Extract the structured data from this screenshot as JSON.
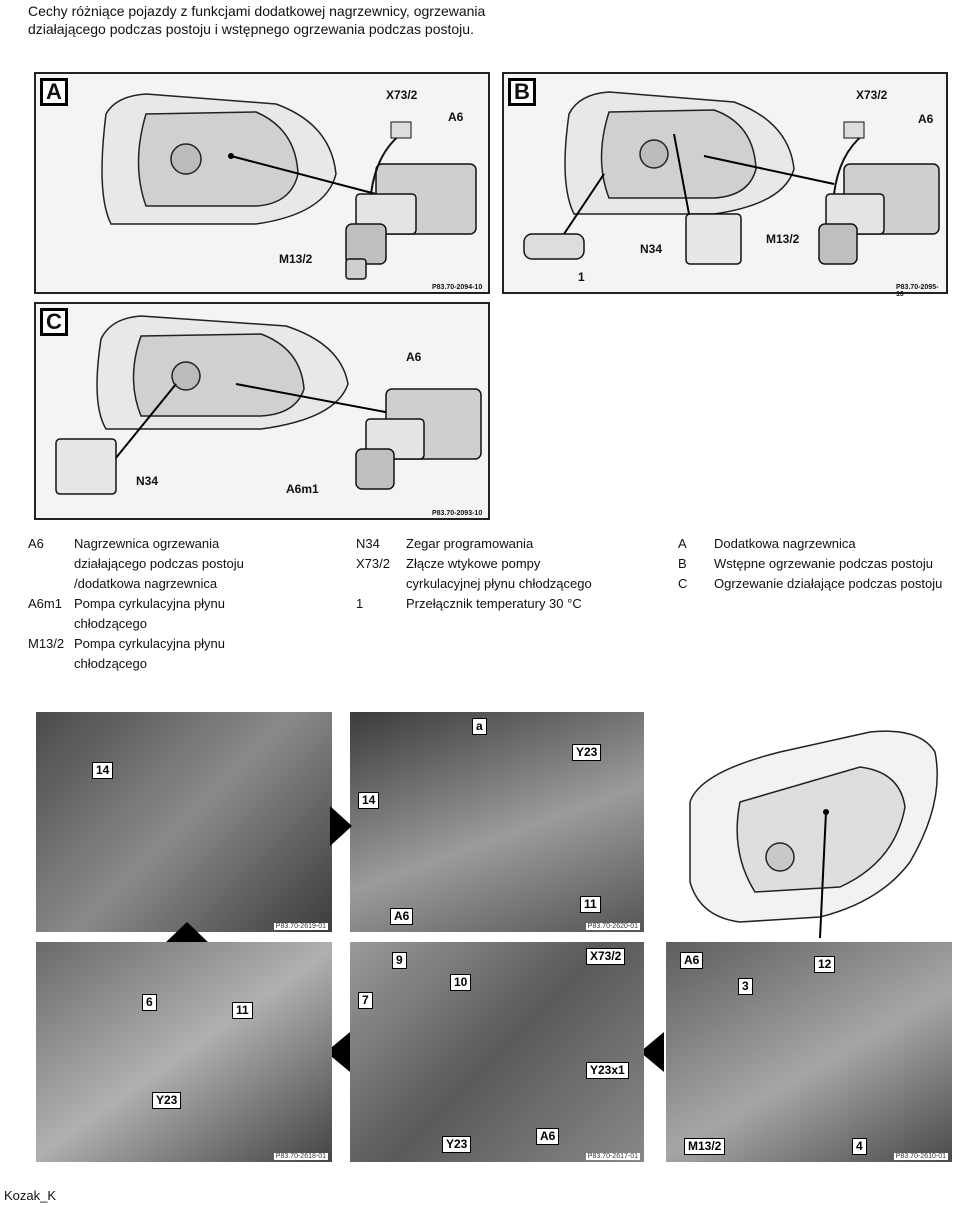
{
  "intro": "Cechy różniące pojazdy z funkcjami dodatkowej nagrzewnicy, ogrzewania działającego podczas postoju i wstępnego ogrzewania podczas postoju.",
  "panels": {
    "a": {
      "letter": "A",
      "labels": {
        "x73": "X73/2",
        "a6": "A6",
        "m13": "M13/2"
      },
      "ref": "P83.70-2094-10"
    },
    "b": {
      "letter": "B",
      "labels": {
        "x73": "X73/2",
        "a6": "A6",
        "n34": "N34",
        "m13": "M13/2",
        "one": "1"
      },
      "ref": "P83.70-2095-10"
    },
    "c": {
      "letter": "C",
      "labels": {
        "a6": "A6",
        "n34": "N34",
        "a6m1": "A6m1"
      },
      "ref": "P83.70-2093-10"
    }
  },
  "legend": {
    "col1": [
      {
        "code": "A6",
        "line1": "Nagrzewnica ogrzewania",
        "line2": "działającego podczas postoju",
        "line3": "/dodatkowa nagrzewnica"
      },
      {
        "code": "A6m1",
        "line1": "Pompa cyrkulacyjna płynu",
        "line2": "chłodzącego"
      },
      {
        "code": "M13/2",
        "line1": "Pompa cyrkulacyjna płynu",
        "line2": "chłodzącego"
      }
    ],
    "col2": [
      {
        "code": "N34",
        "line1": "Zegar programowania"
      },
      {
        "code": "X73/2",
        "line1": "Złącze wtykowe pompy",
        "line2": "cyrkulacyjnej płynu chłodzącego"
      },
      {
        "code": "1",
        "line1": "Przełącznik temperatury 30 °C"
      }
    ],
    "col3": [
      {
        "code": "A",
        "text": "Dodatkowa nagrzewnica"
      },
      {
        "code": "B",
        "text": "Wstępne ogrzewanie podczas postoju"
      },
      {
        "code": "C",
        "text": "Ogrzewanie działające podczas postoju"
      }
    ]
  },
  "photos": {
    "p1": {
      "labels": [
        "14"
      ],
      "ref": "P83.70-2619-01"
    },
    "p2": {
      "labels": [
        "a",
        "Y23",
        "14",
        "A6",
        "11"
      ],
      "ref": "P83.70-2620-01"
    },
    "p4": {
      "labels": [
        "6",
        "11",
        "Y23"
      ],
      "ref": "P83.70-2618-01"
    },
    "p5": {
      "labels": [
        "9",
        "X73/2",
        "10",
        "7",
        "Y23x1",
        "Y23",
        "A6"
      ],
      "ref": "P83.70-2617-01"
    },
    "p6": {
      "labels": [
        "A6",
        "12",
        "3",
        "M13/2",
        "4"
      ],
      "ref": "P83.70-2610-01"
    }
  },
  "footer": "Kozak_K"
}
